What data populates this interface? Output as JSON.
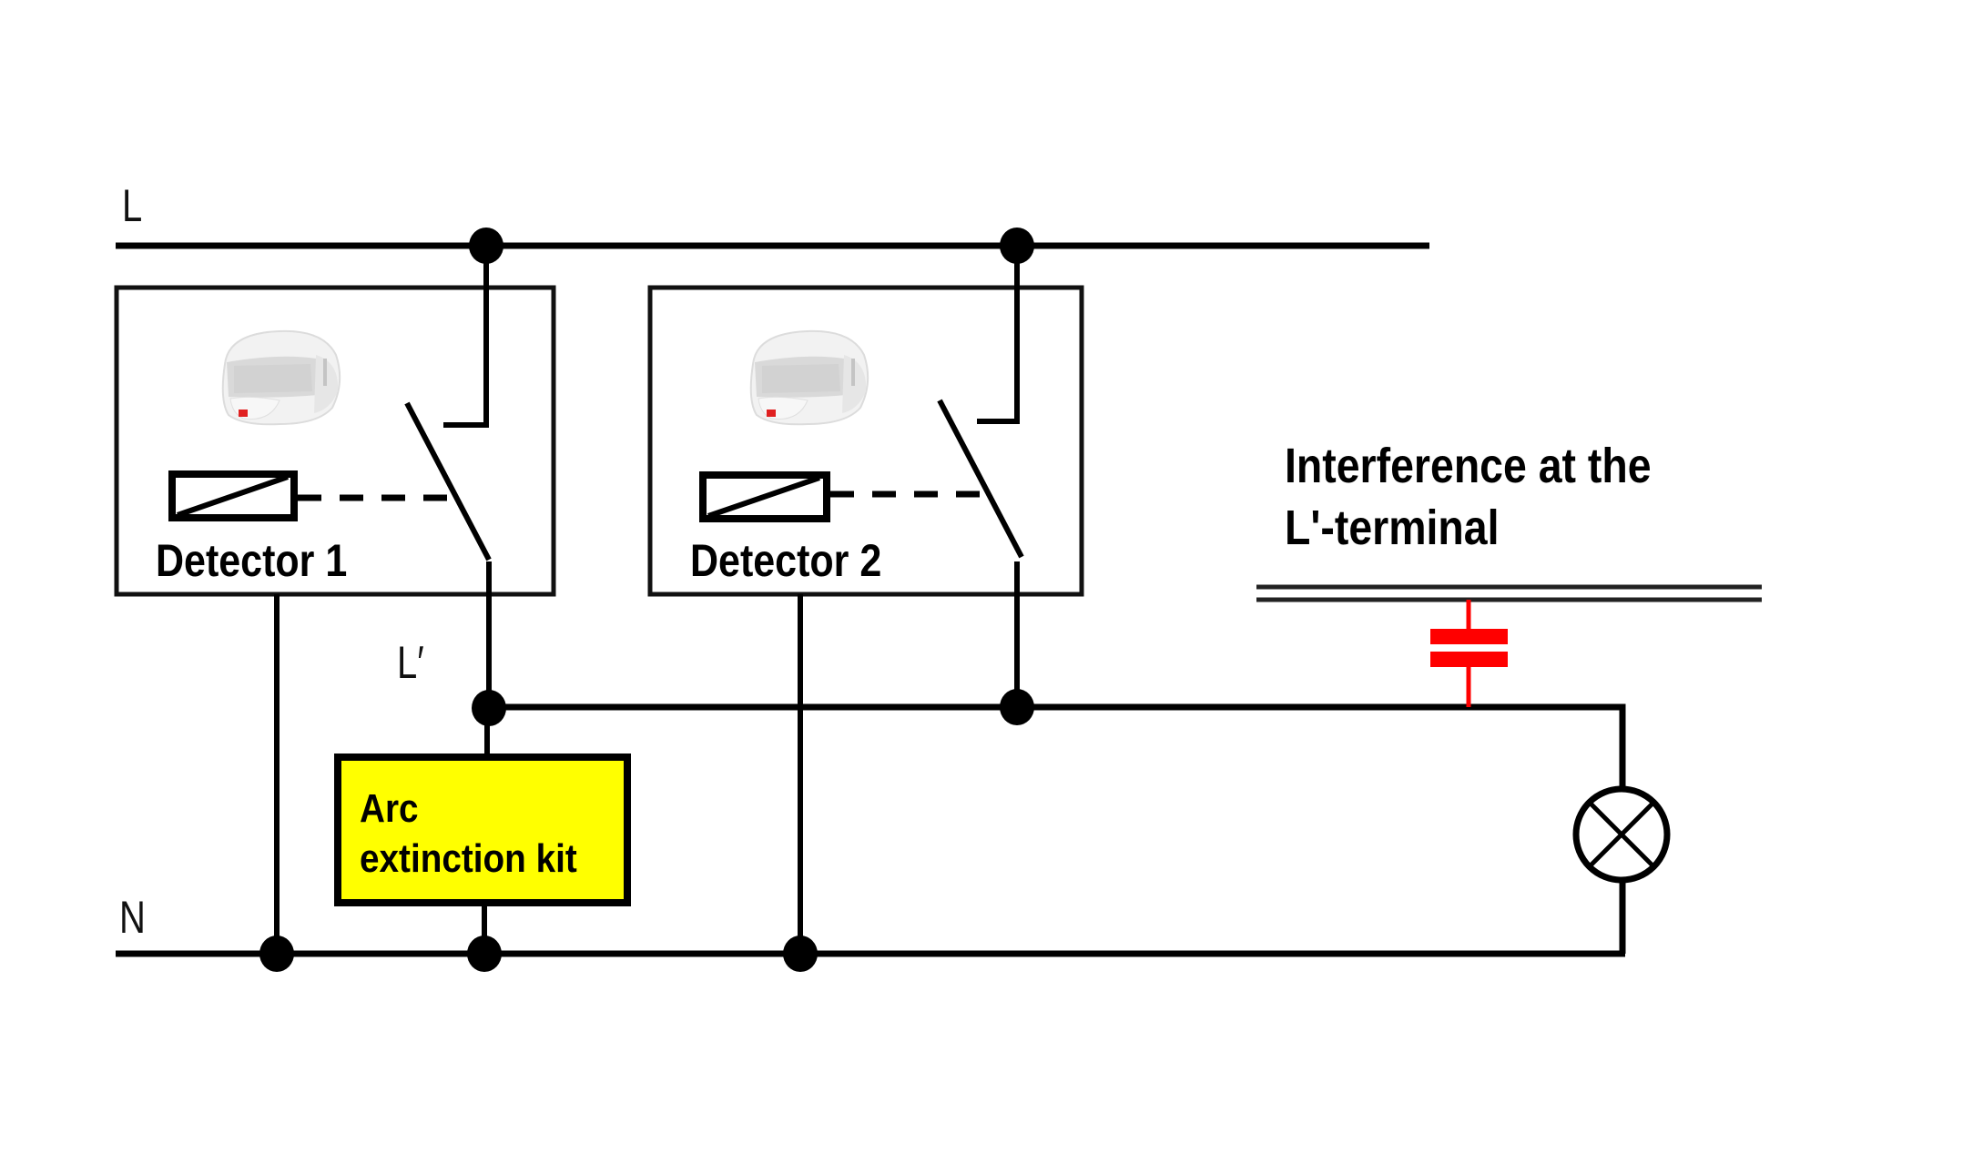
{
  "labels": {
    "line": "L",
    "neutral": "N",
    "switched_line": "L′"
  },
  "detectors": [
    {
      "name": "Detector 1",
      "icon": "motion-sensor-icon"
    },
    {
      "name": "Detector 2",
      "icon": "motion-sensor-icon"
    }
  ],
  "arc_kit": {
    "line1": "Arc",
    "line2": "extinction kit",
    "fill_color": "#FFFF00"
  },
  "interference": {
    "line1": "Interference at the",
    "line2": "L'-terminal",
    "capacitor_color": "#FF0000"
  },
  "load": {
    "icon": "lamp-icon"
  }
}
